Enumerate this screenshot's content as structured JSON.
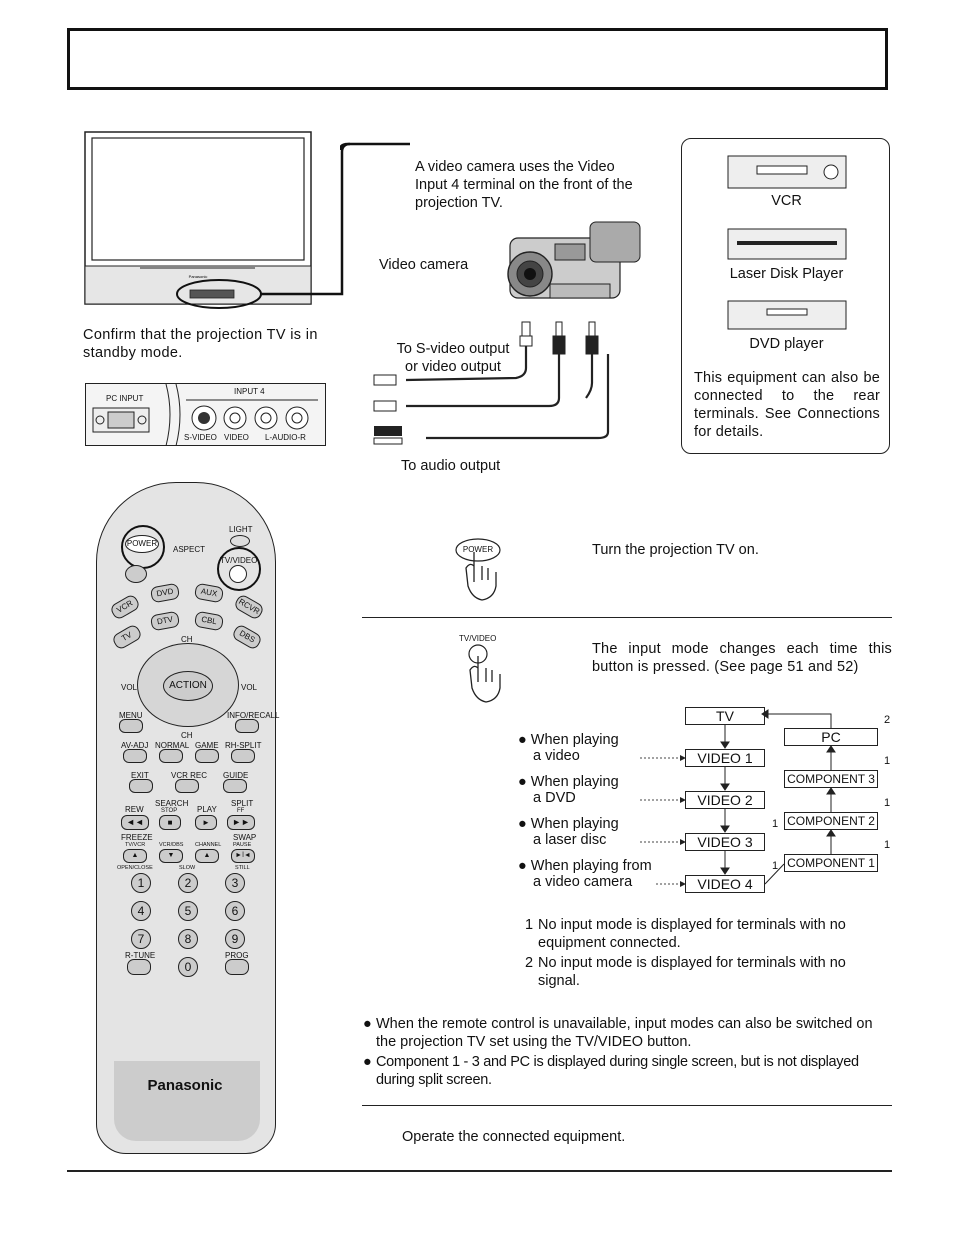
{
  "header": {
    "title": ""
  },
  "camera_section": {
    "camera_note": "A video camera uses the Video Input 4 terminal on the front of the projection TV.",
    "camera_label": "Video camera",
    "standby_note": "Confirm that the projection TV is in standby mode.",
    "svideo_output_label": "To S-video output or video output",
    "audio_output_label": "To audio output"
  },
  "front_panel": {
    "pc_input": "PC INPUT",
    "input4": "INPUT 4",
    "svideo": "S-VIDEO",
    "video": "VIDEO",
    "audio": "L-AUDIO-R",
    "tv_brand": "Panasonic"
  },
  "equipment_box": {
    "vcr": "VCR",
    "laser": "Laser Disk Player",
    "dvd": "DVD player",
    "note": "This equipment can also be connected to the rear terminals. See Connections for details."
  },
  "remote": {
    "brand": "Panasonic",
    "power": "POWER",
    "light": "LIGHT",
    "aspect": "ASPECT",
    "tvvideo": "TV/VIDEO",
    "dial_buttons": [
      "VCR",
      "DVD",
      "AUX",
      "RCVR",
      "TV",
      "DTV",
      "CBL",
      "DBS"
    ],
    "ch": "CH",
    "vol": "VOL",
    "action": "ACTION",
    "menu": "MENU",
    "info": "INFO/RECALL",
    "row_labels": [
      "AV-ADJ",
      "NORMAL",
      "GAME",
      "RH-SPLIT"
    ],
    "exit": "EXIT",
    "vcr_rec": "VCR REC",
    "guide": "GUIDE",
    "rew": "REW",
    "search": "SEARCH",
    "stop": "STOP",
    "play": "PLAY",
    "split": "SPLIT",
    "ff": "FF",
    "freeze": "FREEZE",
    "tvvcr": "TV/VCR",
    "vcrdbs": "VCR/DBS",
    "channel": "CHANNEL",
    "swap": "SWAP",
    "pause": "PAUSE",
    "openclose": "OPEN/CLOSE",
    "slow": "SLOW",
    "still": "STILL",
    "digits": [
      "1",
      "2",
      "3",
      "4",
      "5",
      "6",
      "7",
      "8",
      "9",
      "0"
    ],
    "rtune": "R-TUNE",
    "prog": "PROG"
  },
  "steps": {
    "step1_button": "POWER",
    "step1_text": "Turn the projection TV on.",
    "step2_button": "TV/VIDEO",
    "step2_text": "The input mode changes each time this button is pressed. (See page 51 and 52)",
    "step3_text": "Operate the connected equipment."
  },
  "flow": {
    "modes": [
      "TV",
      "VIDEO 1",
      "VIDEO 2",
      "VIDEO 3",
      "VIDEO 4"
    ],
    "components": [
      "PC",
      "COMPONENT 3",
      "COMPONENT 2",
      "COMPONENT 1"
    ],
    "bullets": [
      {
        "l1": "When playing",
        "l2": "a video"
      },
      {
        "l1": "When playing",
        "l2": "a DVD"
      },
      {
        "l1": "When playing",
        "l2": "a laser disc"
      },
      {
        "l1": "When playing from",
        "l2": "a video camera"
      }
    ],
    "marks": {
      "pc": "2",
      "c3": "1",
      "c2": "1",
      "c1": "1",
      "v3": "1",
      "v4": "1"
    }
  },
  "footnotes": [
    {
      "mark": "1",
      "text": "No input mode is displayed for terminals with no equipment connected."
    },
    {
      "mark": "2",
      "text": "No input mode is displayed for terminals with no signal."
    }
  ],
  "notes": [
    "When the remote control is unavailable, input modes can also be switched on the projection TV set using the TV/VIDEO button.",
    "Component 1 - 3 and PC is displayed during single screen, but is not displayed during split screen."
  ]
}
